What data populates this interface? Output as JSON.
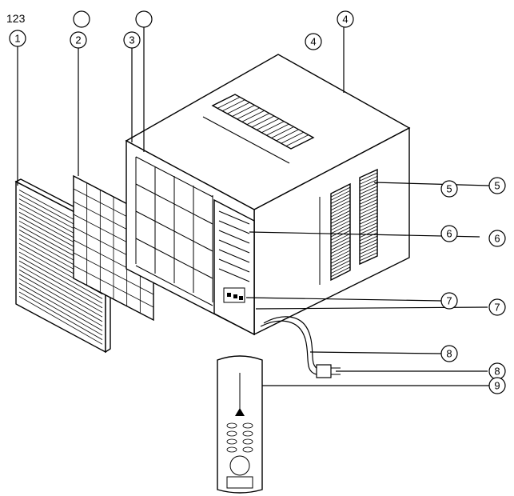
{
  "header_text": "123",
  "callouts": {
    "c1": "1",
    "c2": "2",
    "c3": "3",
    "c4": "4",
    "c5": "5",
    "c6": "6",
    "c7": "7",
    "c8": "8",
    "c9": "9"
  }
}
